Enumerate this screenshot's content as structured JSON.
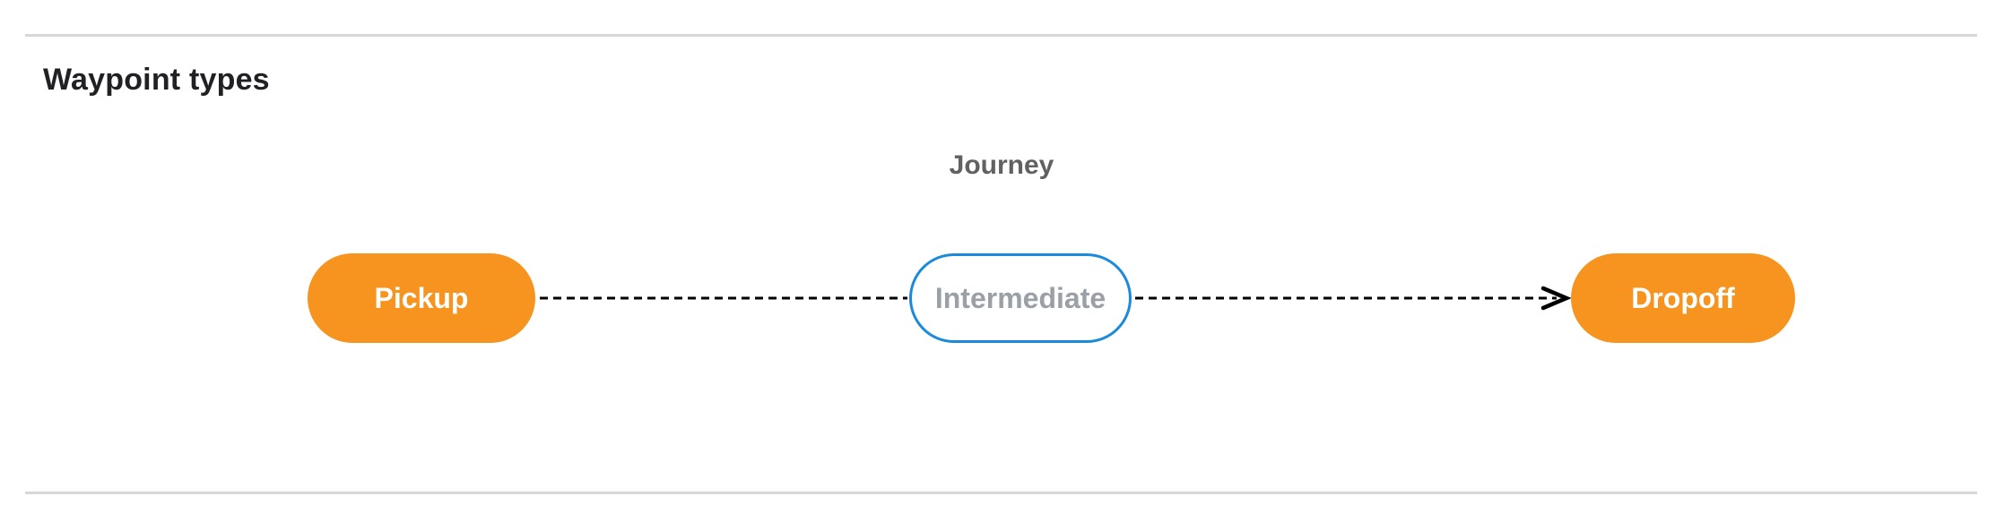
{
  "section": {
    "heading": "Waypoint types"
  },
  "diagram": {
    "title": "Journey",
    "nodes": [
      {
        "id": "pickup",
        "label": "Pickup",
        "kind": "terminal"
      },
      {
        "id": "intermediate",
        "label": "Intermediate",
        "kind": "intermediate"
      },
      {
        "id": "dropoff",
        "label": "Dropoff",
        "kind": "terminal"
      }
    ],
    "edges": [
      {
        "from": "pickup",
        "to": "intermediate",
        "style": "dashed",
        "arrowhead": false
      },
      {
        "from": "intermediate",
        "to": "dropoff",
        "style": "dashed",
        "arrowhead": true
      }
    ],
    "colors": {
      "terminal_fill": "#F6941F",
      "terminal_text": "#FFFFFF",
      "intermediate_fill": "#FFFFFF",
      "intermediate_border": "#1C8ADB",
      "intermediate_text": "#9AA0A6",
      "edge_stroke": "#000000",
      "title_text": "#616161",
      "heading_text": "#202124",
      "divider": "#D7D7D7"
    }
  }
}
